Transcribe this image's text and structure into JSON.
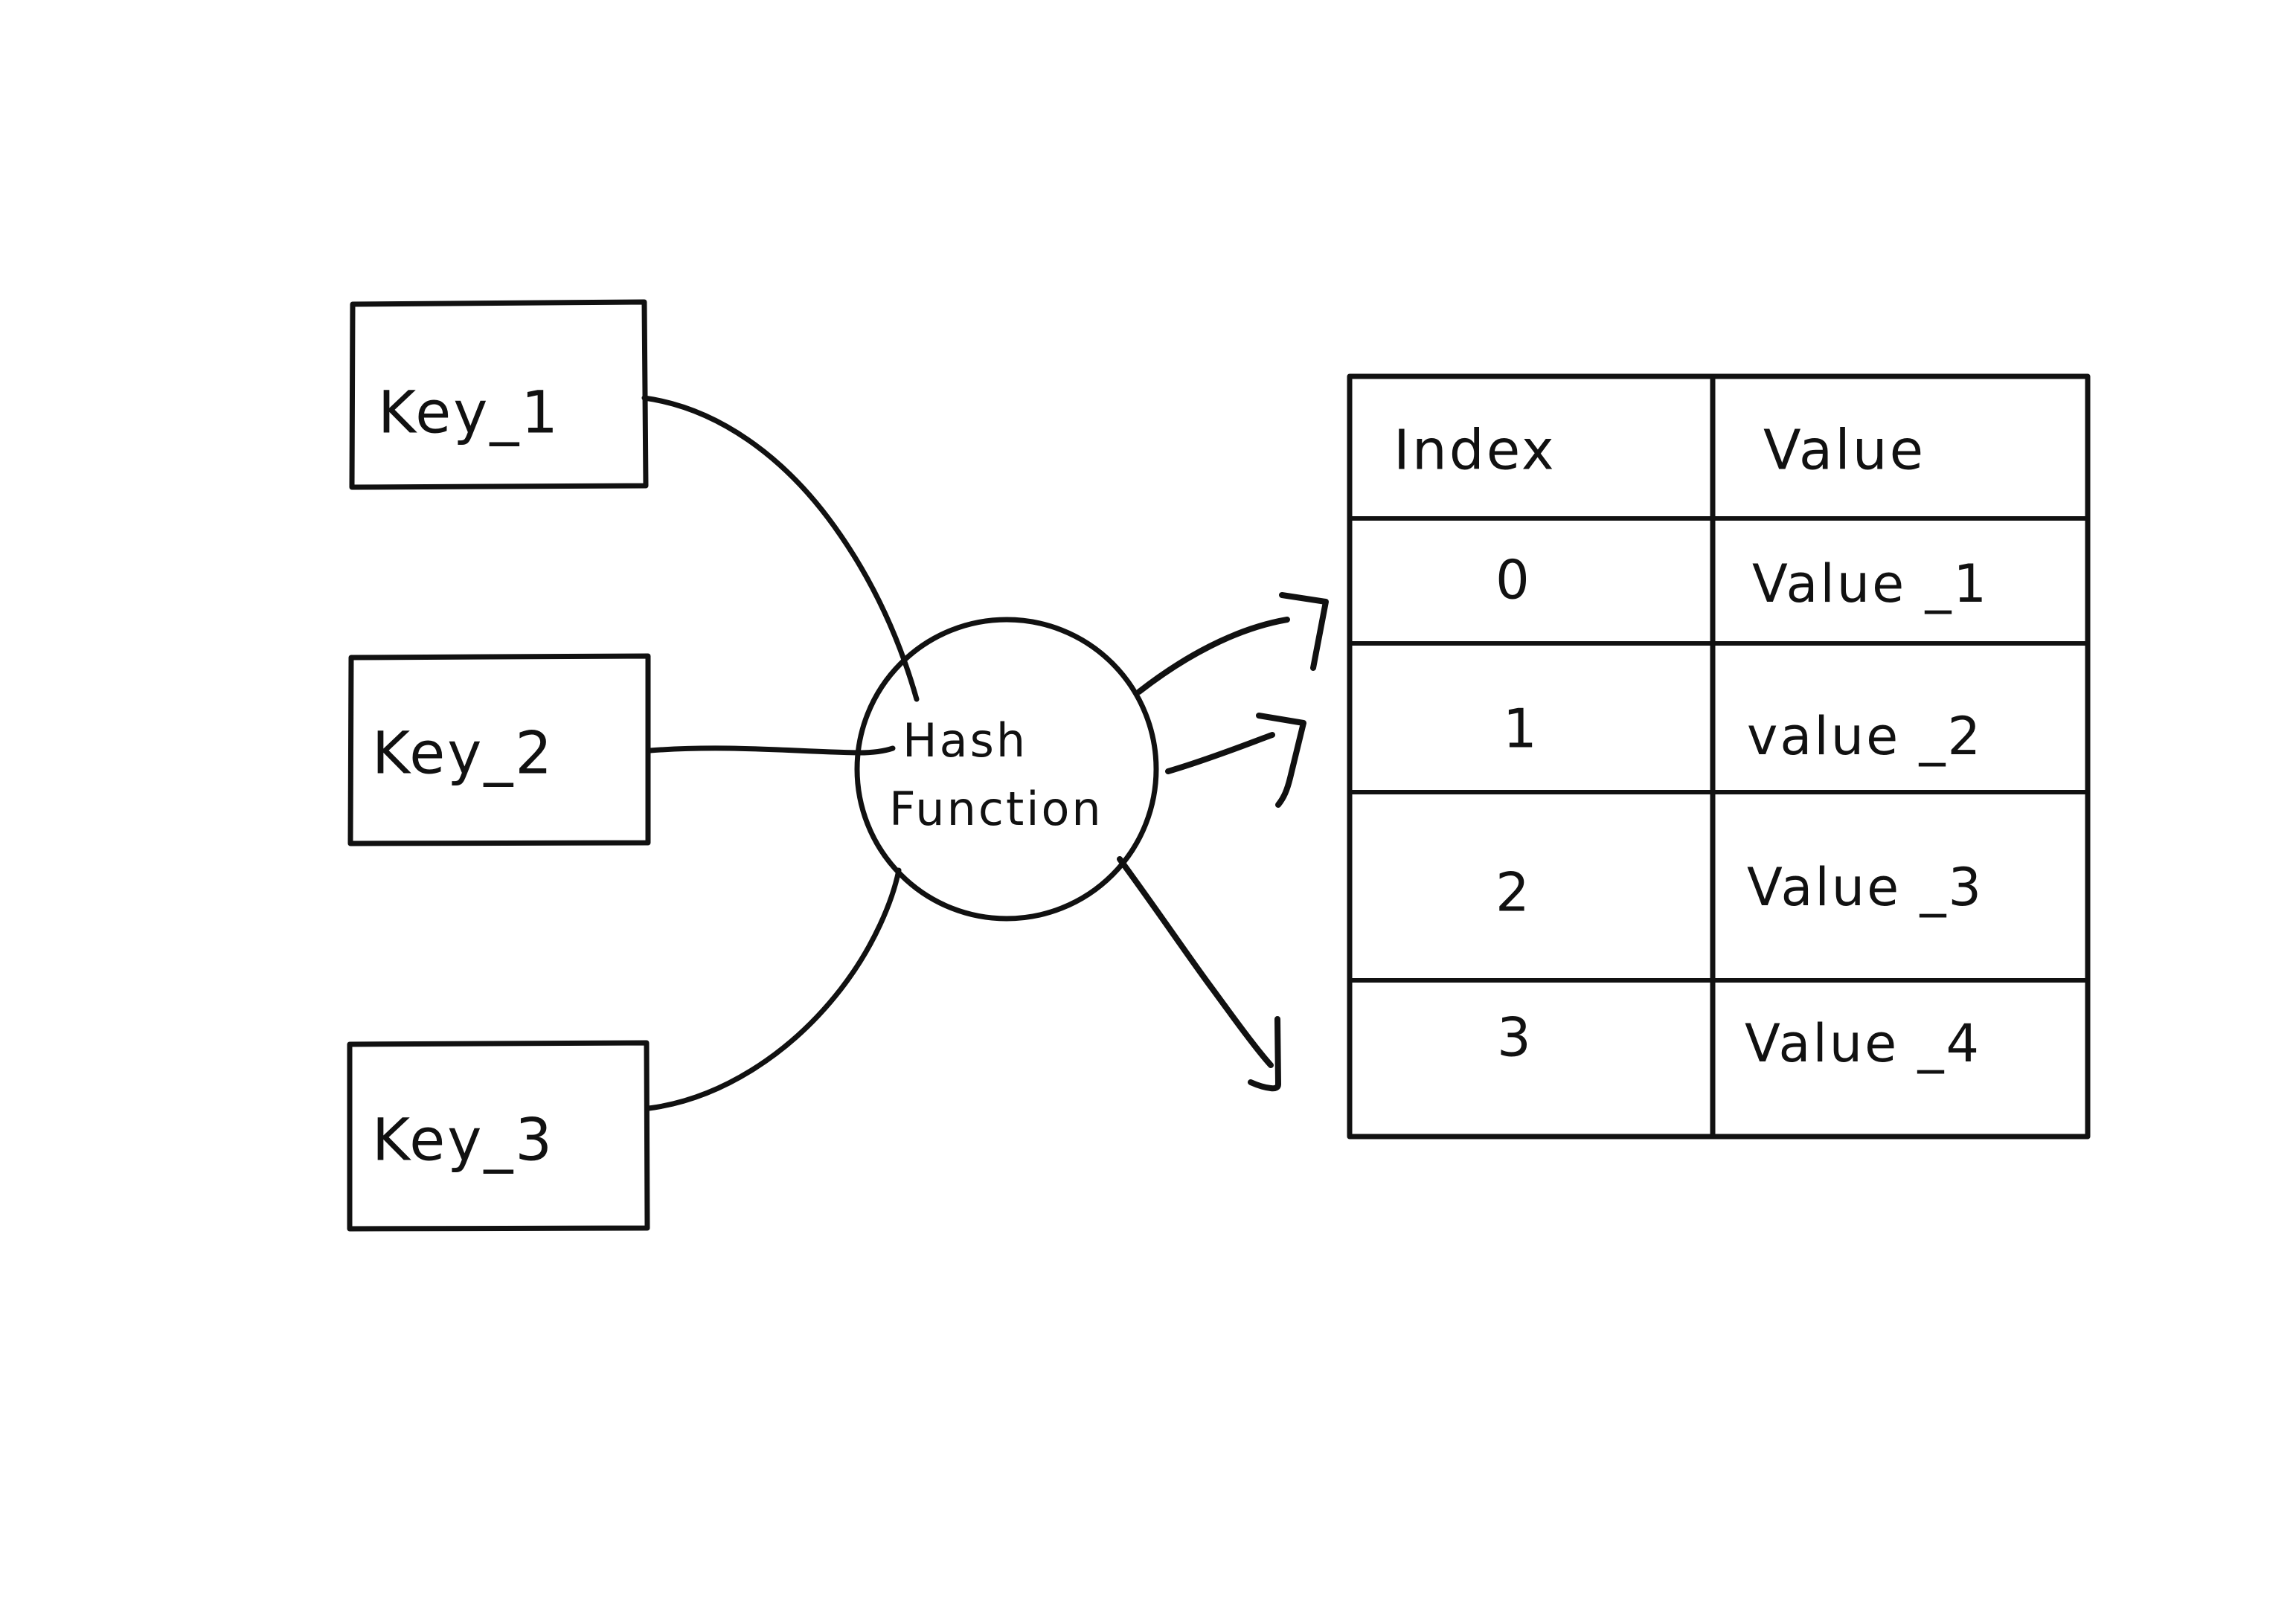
{
  "diagram": {
    "title": "Hash Function Mapping Keys To Index Value Table",
    "ink_color": "#111111",
    "background_color": "#ffffff",
    "keys": [
      {
        "label": "Key_1",
        "name": "key-box-1"
      },
      {
        "label": "Key_2",
        "name": "key-box-2"
      },
      {
        "label": "Key_3",
        "name": "key-box-3"
      }
    ],
    "hash_node": {
      "line1": "Hash",
      "line2": "Function"
    },
    "table": {
      "headers": [
        "Index",
        "Value"
      ],
      "rows": [
        {
          "index": "0",
          "value": "Value _1"
        },
        {
          "index": "1",
          "value": "value _2"
        },
        {
          "index": "2",
          "value": "Value _3"
        },
        {
          "index": "3",
          "value": "Value _4"
        }
      ]
    },
    "connectors": [
      {
        "name": "key1-to-hash",
        "from": "Key_1",
        "to": "Hash Function",
        "style": "curve"
      },
      {
        "name": "key2-to-hash",
        "from": "Key_2",
        "to": "Hash Function",
        "style": "straight"
      },
      {
        "name": "key3-to-hash",
        "from": "Key_3",
        "to": "Hash Function",
        "style": "curve"
      }
    ],
    "arrows": [
      {
        "name": "hash-to-row-0",
        "from": "Hash Function",
        "to": "Index 0",
        "head": "open-barb-up-right"
      },
      {
        "name": "hash-to-row-1",
        "from": "Hash Function",
        "to": "Index 1",
        "head": "open-barb-up-right"
      },
      {
        "name": "hash-to-row-3",
        "from": "Hash Function",
        "to": "Index 3",
        "head": "open-hook-down"
      }
    ]
  }
}
